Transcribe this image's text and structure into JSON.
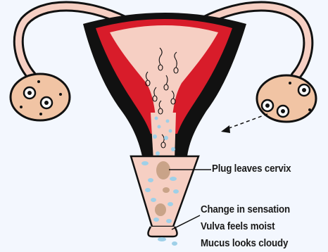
{
  "colors": {
    "background": "#f3f7fe",
    "outline": "#111111",
    "uterus_lining": "#d81c2a",
    "tissue": "#f6cfc3",
    "ovary": "#f1c4a4",
    "mucus": "#9fd0e8",
    "mucus_plug": "#c9a388"
  },
  "labels": {
    "plug": "Plug leaves cervix",
    "sensation": "Change in sensation",
    "moist": "Vulva feels moist",
    "cloudy": "Mucus looks cloudy"
  }
}
